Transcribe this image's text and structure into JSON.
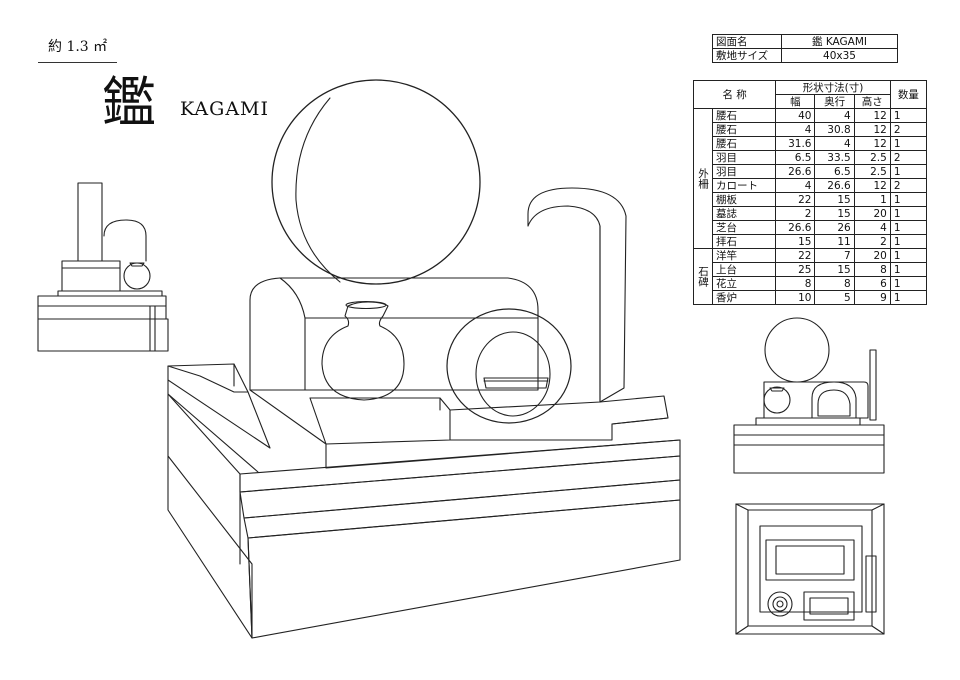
{
  "area_label": "約 1.3 ㎡",
  "logo": {
    "kanji": "鑑",
    "roman": "KAGAMI"
  },
  "info": {
    "rows": [
      {
        "label": "図面名",
        "value": "鑑 KAGAMI"
      },
      {
        "label": "敷地サイズ",
        "value": "40x35"
      }
    ]
  },
  "spec": {
    "header": {
      "name": "名 称",
      "dims": "形状寸法(寸)",
      "width": "幅",
      "depth": "奥行",
      "height": "高さ",
      "qty": "数量"
    },
    "groups": [
      {
        "label": "外柵",
        "start": 0,
        "span": 10
      },
      {
        "label": "石碑",
        "start": 10,
        "span": 4
      }
    ],
    "rows": [
      {
        "name": "腰石",
        "w": "40",
        "d": "4",
        "h": "12",
        "q": "1"
      },
      {
        "name": "腰石",
        "w": "4",
        "d": "30.8",
        "h": "12",
        "q": "2"
      },
      {
        "name": "腰石",
        "w": "31.6",
        "d": "4",
        "h": "12",
        "q": "1"
      },
      {
        "name": "羽目",
        "w": "6.5",
        "d": "33.5",
        "h": "2.5",
        "q": "2"
      },
      {
        "name": "羽目",
        "w": "26.6",
        "d": "6.5",
        "h": "2.5",
        "q": "1"
      },
      {
        "name": "カロート",
        "w": "4",
        "d": "26.6",
        "h": "12",
        "q": "2"
      },
      {
        "name": "棚板",
        "w": "22",
        "d": "15",
        "h": "1",
        "q": "1"
      },
      {
        "name": "墓誌",
        "w": "2",
        "d": "15",
        "h": "20",
        "q": "1"
      },
      {
        "name": "芝台",
        "w": "26.6",
        "d": "26",
        "h": "4",
        "q": "1"
      },
      {
        "name": "拝石",
        "w": "15",
        "d": "11",
        "h": "2",
        "q": "1"
      },
      {
        "name": "洋竿",
        "w": "22",
        "d": "7",
        "h": "20",
        "q": "1"
      },
      {
        "name": "上台",
        "w": "25",
        "d": "15",
        "h": "8",
        "q": "1"
      },
      {
        "name": "花立",
        "w": "8",
        "d": "8",
        "h": "6",
        "q": "1"
      },
      {
        "name": "香炉",
        "w": "10",
        "d": "5",
        "h": "9",
        "q": "1"
      }
    ]
  }
}
